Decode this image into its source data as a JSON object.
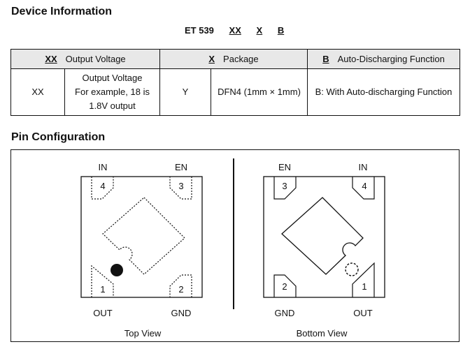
{
  "device_info": {
    "heading": "Device Information",
    "part_number": {
      "prefix": "ET 539",
      "code1": "XX",
      "code2": "X",
      "code3": "B"
    },
    "table": {
      "headers": [
        {
          "code": "XX",
          "label": "Output Voltage"
        },
        {
          "code": "X",
          "label": "Package"
        },
        {
          "code": "B",
          "label": "Auto-Discharging Function"
        }
      ],
      "row": {
        "c1": "XX",
        "c2_line1": "Output Voltage",
        "c2_line2": "For example, 18 is",
        "c2_line3": "1.8V output",
        "c3": "Y",
        "c4": "DFN4 (1mm × 1mm)",
        "c5": "B: With Auto-discharging Function"
      }
    }
  },
  "pin_config": {
    "heading": "Pin Configuration",
    "top_view": {
      "label": "Top View",
      "pins": {
        "top_left": "IN",
        "top_right": "EN",
        "bottom_left": "OUT",
        "bottom_right": "GND"
      },
      "numbers": {
        "top_left": "4",
        "top_right": "3",
        "bottom_left": "1",
        "bottom_right": "2"
      }
    },
    "bottom_view": {
      "label": "Bottom View",
      "pins": {
        "top_left": "EN",
        "top_right": "IN",
        "bottom_left": "GND",
        "bottom_right": "OUT"
      },
      "numbers": {
        "top_left": "3",
        "top_right": "4",
        "bottom_left": "2",
        "bottom_right": "1"
      }
    }
  }
}
